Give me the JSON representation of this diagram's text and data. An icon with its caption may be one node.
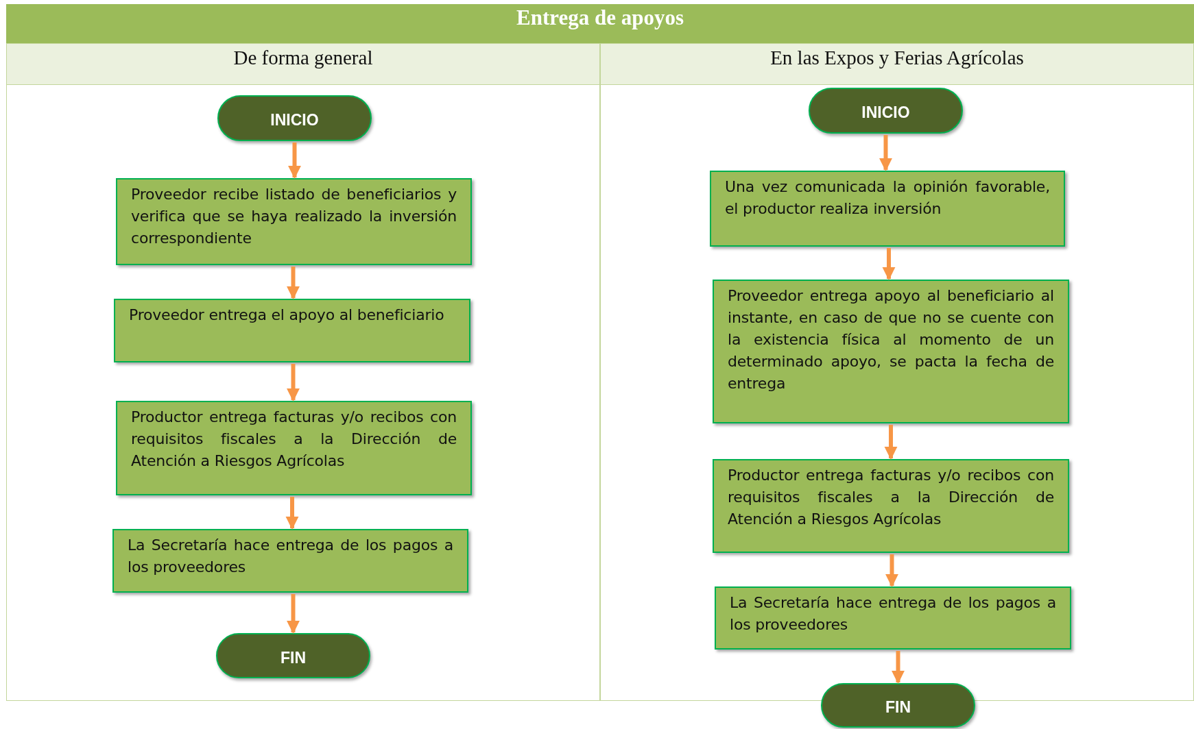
{
  "diagram": {
    "title": "Entrega de apoyos",
    "nodes": [
      {
        "text": [
          "De forma general"
        ]
      },
      {
        "text": [
          "En las Expos y Ferias Agrícolas"
        ]
      },
      {
        "text": [
          "INICIO"
        ],
        "in": 0
      },
      {
        "text": [
          "Proveedor recibe listado de beneficiarios y verifica que se haya realizado la inversión correspondiente"
        ],
        "in": 0
      },
      {
        "text": [
          "Proveedor entrega el apoyo al beneficiario"
        ],
        "in": 0
      },
      {
        "text": [
          "Productor entrega facturas y/o recibos con requisitos fiscales a la Dirección de Atención a Riesgos Agrícolas"
        ],
        "in": 0
      },
      {
        "text": [
          "La Secretaría hace entrega de los pagos a los proveedores"
        ],
        "in": 0
      },
      {
        "text": [
          "FIN"
        ],
        "in": 0
      },
      {
        "text": [
          "INICIO"
        ],
        "in": 1
      },
      {
        "text": [
          "Una vez comunicada la opinión favorable, el productor realiza inversión"
        ],
        "in": 1
      },
      {
        "text": [
          "Proveedor entrega apoyo al beneficiario al instante, en caso de que no se cuente con la existencia física al momento de un determinado apoyo, se pacta la fecha de entrega"
        ],
        "in": 1
      },
      {
        "text": [
          "Productor entrega facturas y/o recibos con requisitos fiscales a la Dirección de Atención a Riesgos Agrícolas"
        ],
        "in": 1
      },
      {
        "text": [
          "La Secretaría hace entrega de los pagos a los proveedores"
        ],
        "in": 1
      },
      {
        "text": [
          "FIN"
        ]
      }
    ],
    "edges": [
      {
        "from": 2,
        "to": 3,
        "arrow": "to"
      },
      {
        "from": 3,
        "to": 4,
        "arrow": "to"
      },
      {
        "from": 4,
        "to": 5,
        "arrow": "to"
      },
      {
        "from": 5,
        "to": 6,
        "arrow": "to"
      },
      {
        "from": 6,
        "to": 7,
        "arrow": "to"
      },
      {
        "from": 8,
        "to": 9,
        "arrow": "to"
      },
      {
        "from": 9,
        "to": 10,
        "arrow": "to"
      },
      {
        "from": 10,
        "to": 11,
        "arrow": "to"
      },
      {
        "from": 11,
        "to": 12,
        "arrow": "to"
      },
      {
        "from": 12,
        "to": 13,
        "arrow": "to"
      }
    ]
  }
}
